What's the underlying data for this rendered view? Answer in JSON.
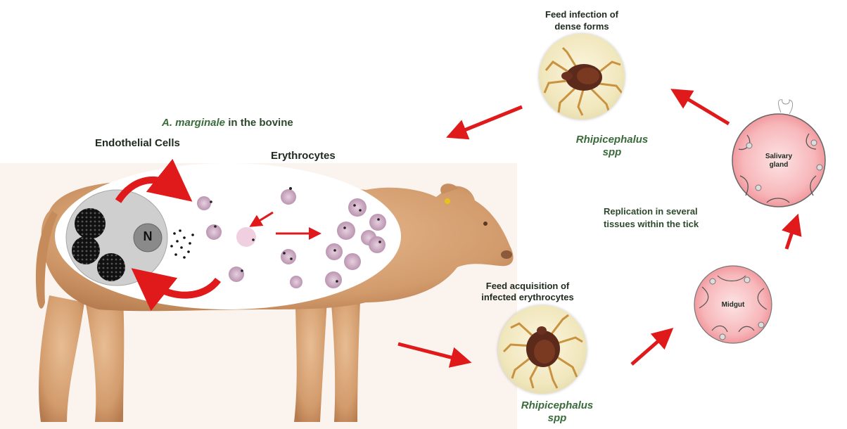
{
  "bovine": {
    "title_italic": "A. marginale",
    "title_rest": " in the bovine",
    "endothelial_label": "Endothelial Cells",
    "erythrocytes_label": "Erythrocytes",
    "nucleus_label": "N"
  },
  "tick_top": {
    "caption_line1": "Feed infection of",
    "caption_line2": "dense forms",
    "species_line1": "Rhipicephalus",
    "species_line2": "spp"
  },
  "tick_bottom": {
    "caption_line1": "Feed acquisition of",
    "caption_line2": "infected erythrocytes",
    "species_line1": "Rhipicephalus",
    "species_line2": "spp"
  },
  "salivary": {
    "line1": "Salivary",
    "line2": "gland"
  },
  "midgut": {
    "label": "Midgut"
  },
  "replication": {
    "line1": "Replication in several",
    "line2": "tissues within the tick"
  },
  "colors": {
    "arrow": "#e0191b",
    "cow": "#d9a77e",
    "inclusion": "#1a1a1a",
    "erythrocyte": "#d6b8cf",
    "organ": "#f4a9ad"
  }
}
